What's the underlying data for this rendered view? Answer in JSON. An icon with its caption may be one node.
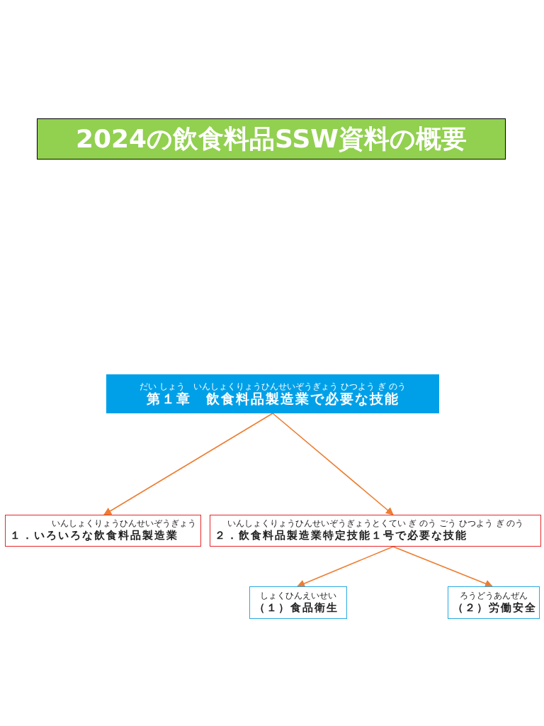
{
  "diagram": {
    "title": "2024の飲食料品SSW資料の概要",
    "nodes": [
      {
        "text": [
          "だい しょう　いんしょくりょうひんせいぞうぎょう ひつよう ぎ のう",
          "第１章　飲食料品製造業で必要な技能"
        ]
      },
      {
        "text": [
          "いんしょくりょうひんせいぞうぎょう",
          "１．いろいろな飲食料品製造業"
        ]
      },
      {
        "text": [
          "いんしょくりょうひんせいぞうぎょうとくてい ぎ のう ごう ひつよう ぎ のう",
          "２．飲食料品製造業特定技能１号で必要な技能"
        ]
      },
      {
        "text": [
          "しょくひんえいせい",
          "（１）食品衛生"
        ]
      },
      {
        "text": [
          "ろうどうあんぜん",
          "（２）労働安全"
        ]
      }
    ],
    "edges": [
      {
        "from": 0,
        "to": 1,
        "arrow": "to"
      },
      {
        "from": 0,
        "to": 2,
        "arrow": "to"
      },
      {
        "from": 2,
        "to": 3,
        "arrow": "to"
      },
      {
        "from": 2,
        "to": 4,
        "arrow": "to"
      }
    ]
  }
}
